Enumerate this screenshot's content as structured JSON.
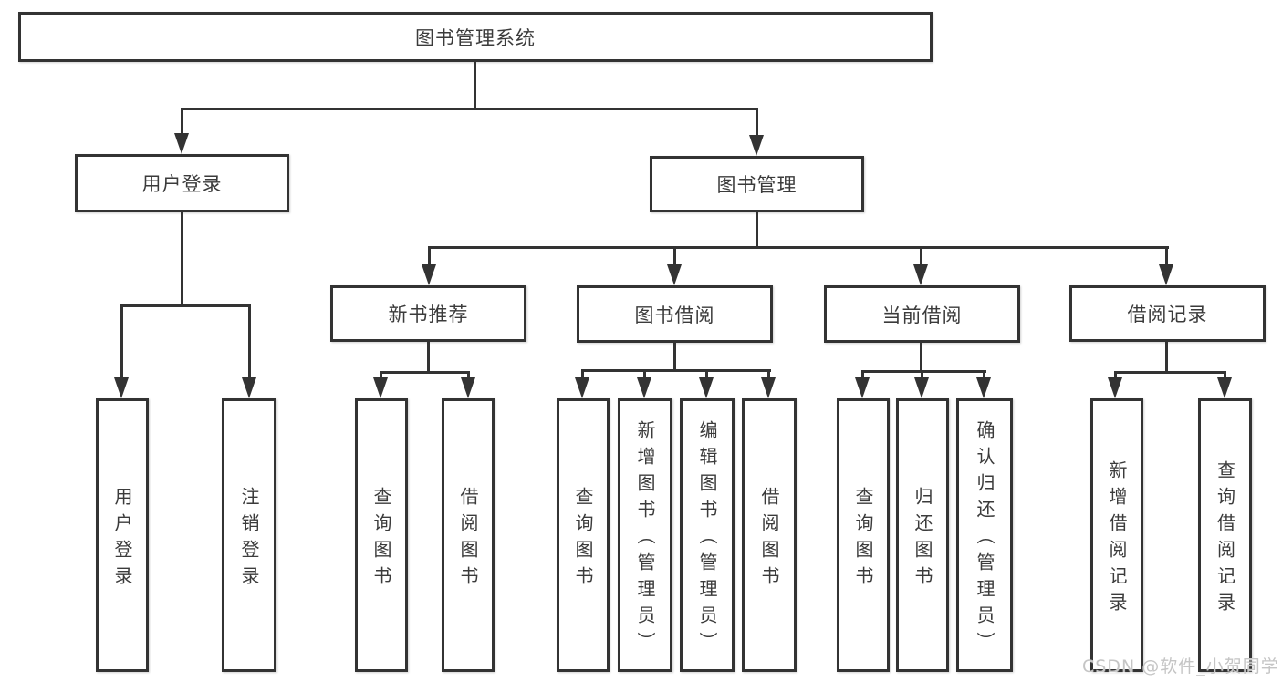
{
  "colors": {
    "line": "#333333",
    "node_border": "#333333",
    "node_text": "#3b3b3b",
    "background": "#ffffff",
    "watermark_text_color": "#c5c5c5"
  },
  "watermark": {
    "text": "CSDN @软件_小贺同学"
  },
  "tree": {
    "label": "图书管理系统",
    "children": [
      {
        "label": "用户登录",
        "children": [
          {
            "label": "用户登录"
          },
          {
            "label": "注销登录"
          }
        ]
      },
      {
        "label": "图书管理",
        "children": [
          {
            "label": "新书推荐",
            "children": [
              {
                "label": "查询图书"
              },
              {
                "label": "借阅图书"
              }
            ]
          },
          {
            "label": "图书借阅",
            "children": [
              {
                "label": "查询图书"
              },
              {
                "label": "新增图书（管理员）"
              },
              {
                "label": "编辑图书（管理员）"
              },
              {
                "label": "借阅图书"
              }
            ]
          },
          {
            "label": "当前借阅",
            "children": [
              {
                "label": "查询图书"
              },
              {
                "label": "归还图书"
              },
              {
                "label": "确认归还（管理员）"
              }
            ]
          },
          {
            "label": "借阅记录",
            "children": [
              {
                "label": "新增借阅记录"
              },
              {
                "label": "查询借阅记录"
              }
            ]
          }
        ]
      }
    ]
  }
}
